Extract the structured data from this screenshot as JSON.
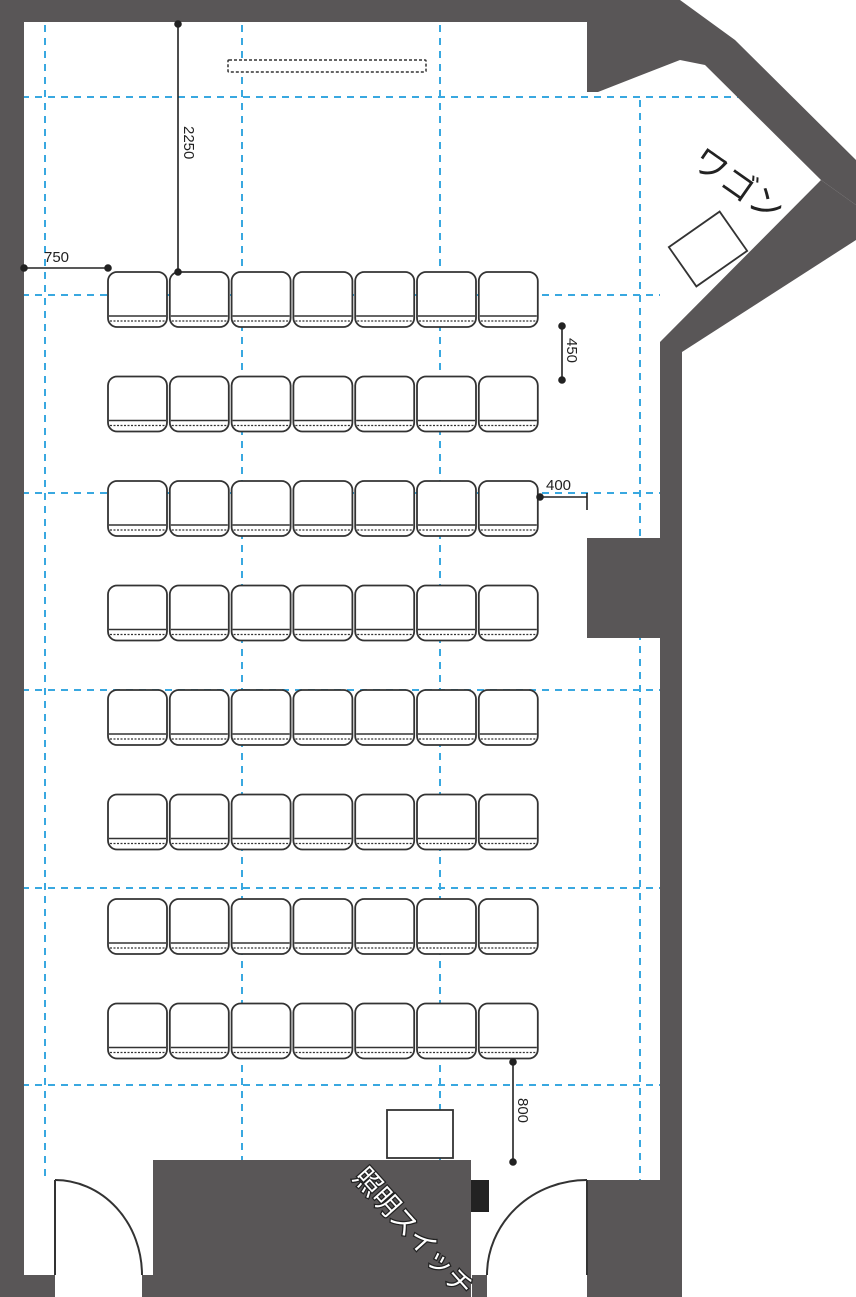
{
  "colors": {
    "wall": "#595657",
    "grid_line": "#39a8e0",
    "chair_stroke": "#333333",
    "dimension_line": "#222222"
  },
  "labels": {
    "wagon": "ワゴン",
    "light_switch": "照明スイッチ"
  },
  "dimensions": {
    "front_to_first_row": "2250",
    "wall_to_first_seat": "750",
    "row_gap": "450",
    "side_aisle": "400",
    "rear_aisle": "800"
  },
  "seating": {
    "rows": 8,
    "seats_per_row": 7
  }
}
